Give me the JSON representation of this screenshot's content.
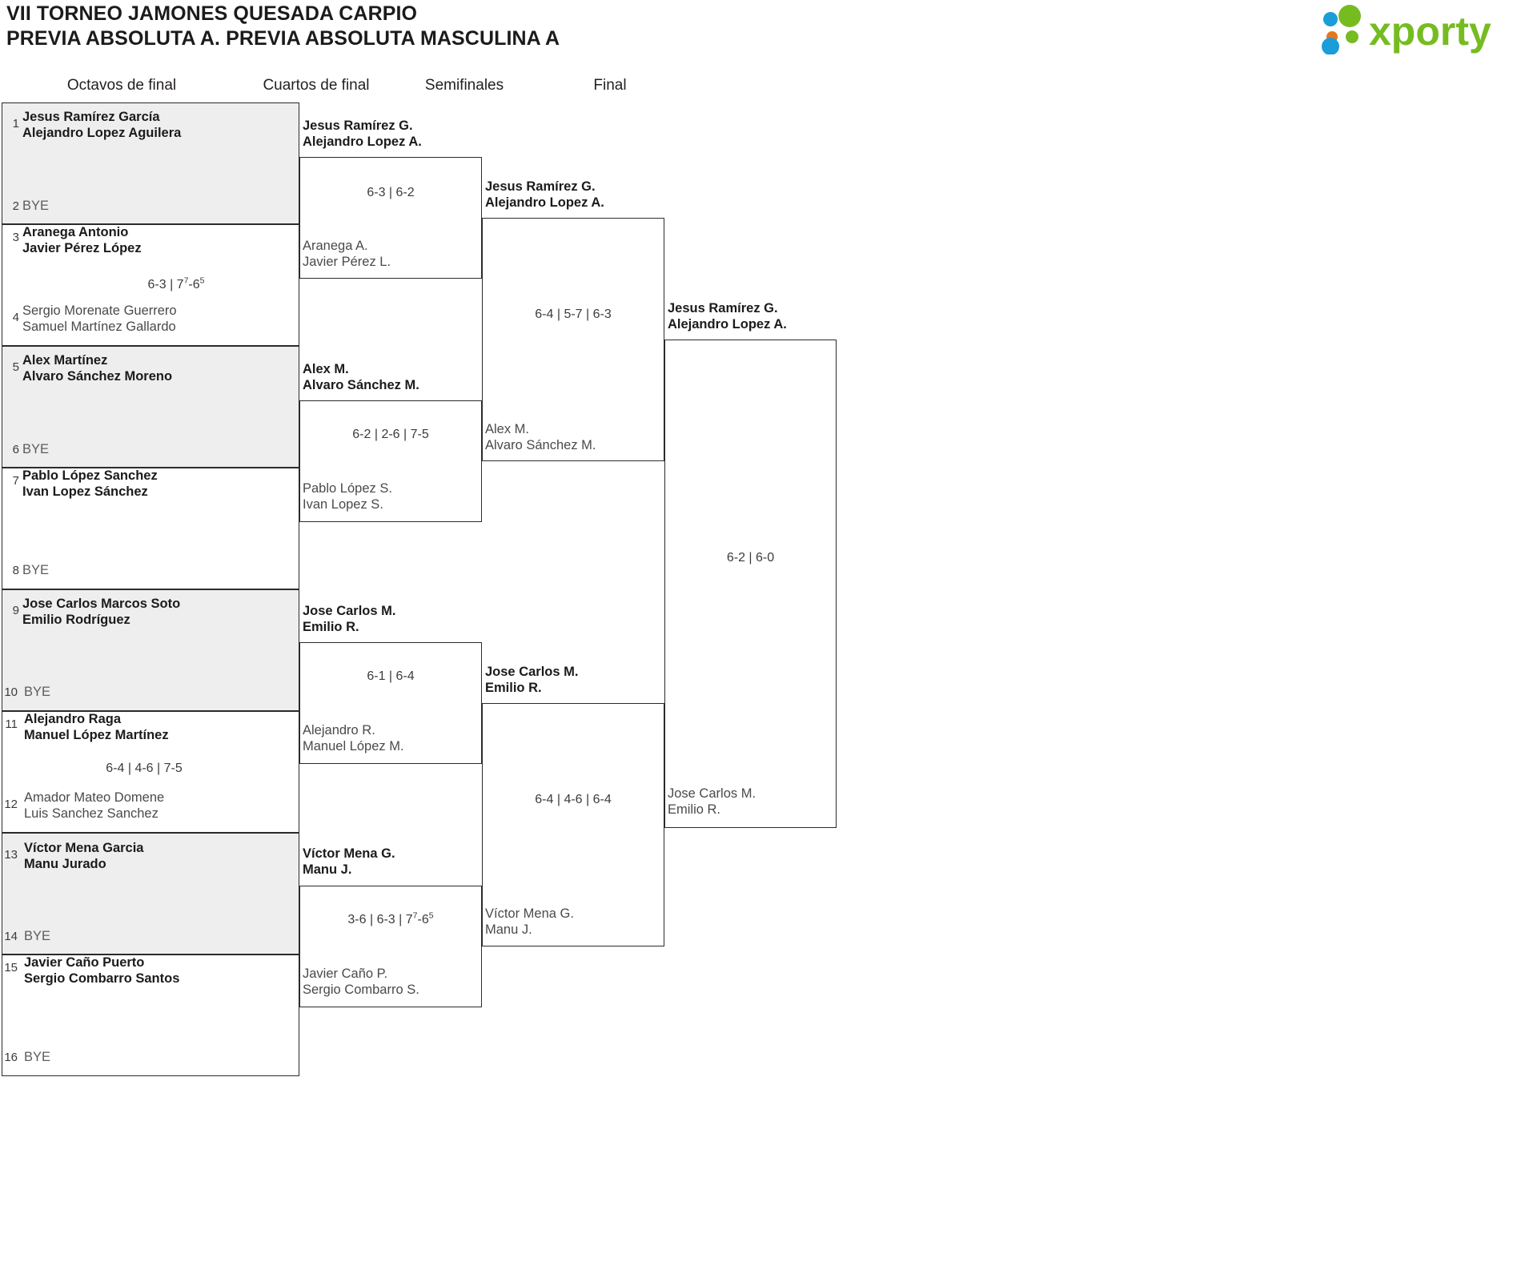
{
  "header": {
    "title_line1": "VII TORNEO JAMONES QUESADA CARPIO",
    "title_line2": "PREVIA ABSOLUTA A. PREVIA ABSOLUTA MASCULINA A",
    "logo_text": "xporty",
    "logo_colors": {
      "green": "#76bc21",
      "blue": "#1b9dd9",
      "orange": "#e8761b"
    }
  },
  "rounds": [
    {
      "label": "Octavos de final"
    },
    {
      "label": "Cuartos de final"
    },
    {
      "label": "Semifinales"
    },
    {
      "label": "Final"
    }
  ],
  "bye_label": "BYE",
  "r16": [
    {
      "seed": "1",
      "p1": "Jesus Ramírez García",
      "p2": "Alejandro Lopez Aguilera",
      "winner": true,
      "opp_seed": "2",
      "opp_bye": "BYE",
      "score": ""
    },
    {
      "seed": "3",
      "p1": "Aranega Antonio",
      "p2": "Javier Pérez López",
      "winner": true,
      "opp_seed": "4",
      "opp_p1": "Sergio Morenate Guerrero",
      "opp_p2": "Samuel Martínez Gallardo",
      "score": "6-3 | 7⁷-6⁵",
      "score_parts": [
        "6-3",
        " | ",
        "7",
        "7",
        "-6",
        "5"
      ]
    },
    {
      "seed": "5",
      "p1": "Alex Martínez",
      "p2": "Alvaro Sánchez Moreno",
      "winner": true,
      "opp_seed": "6",
      "opp_bye": "BYE",
      "score": ""
    },
    {
      "seed": "7",
      "p1": "Pablo López Sanchez",
      "p2": "Ivan Lopez Sánchez",
      "winner": true,
      "opp_seed": "8",
      "opp_bye": "BYE",
      "score": ""
    },
    {
      "seed": "9",
      "p1": "Jose Carlos Marcos Soto",
      "p2": "Emilio Rodríguez",
      "winner": true,
      "opp_seed": "10",
      "opp_bye": "BYE",
      "score": ""
    },
    {
      "seed": "11",
      "p1": "Alejandro Raga",
      "p2": "Manuel López Martínez",
      "winner": true,
      "opp_seed": "12",
      "opp_p1": "Amador Mateo Domene",
      "opp_p2": "Luis Sanchez Sanchez",
      "score": "6-4 | 4-6 | 7-5"
    },
    {
      "seed": "13",
      "p1": "Víctor Mena Garcia",
      "p2": "Manu Jurado",
      "winner": true,
      "opp_seed": "14",
      "opp_bye": "BYE",
      "score": ""
    },
    {
      "seed": "15",
      "p1": "Javier Caño Puerto",
      "p2": "Sergio Combarro Santos",
      "winner": true,
      "opp_seed": "16",
      "opp_bye": "BYE",
      "score": ""
    }
  ],
  "qf": [
    {
      "win_p1": "Jesus Ramírez G.",
      "win_p2": "Alejandro Lopez A.",
      "lose_p1": "Aranega A.",
      "lose_p2": "Javier Pérez L.",
      "score": "6-3 | 6-2"
    },
    {
      "win_p1": "Alex M.",
      "win_p2": "Alvaro Sánchez M.",
      "lose_p1": "Pablo López S.",
      "lose_p2": "Ivan Lopez S.",
      "score": "6-2 | 2-6 | 7-5"
    },
    {
      "win_p1": "Jose Carlos M.",
      "win_p2": "Emilio R.",
      "lose_p1": "Alejandro R.",
      "lose_p2": "Manuel López M.",
      "score": "6-1 | 6-4"
    },
    {
      "win_p1": "Víctor Mena G.",
      "win_p2": "Manu J.",
      "lose_p1": "Javier Caño P.",
      "lose_p2": "Sergio Combarro S.",
      "score": "3-6 | 6-3 | 7⁷-6⁵"
    }
  ],
  "sf": [
    {
      "win_p1": "Jesus Ramírez G.",
      "win_p2": "Alejandro Lopez A.",
      "lose_p1": "Alex M.",
      "lose_p2": "Alvaro Sánchez M.",
      "score": "6-4 | 5-7 | 6-3"
    },
    {
      "win_p1": "Jose Carlos M.",
      "win_p2": "Emilio R.",
      "lose_p1": "Víctor Mena G.",
      "lose_p2": "Manu J.",
      "score": "6-4 | 4-6 | 6-4"
    }
  ],
  "final": {
    "win_p1": "Jesus Ramírez G.",
    "win_p2": "Alejandro Lopez A.",
    "lose_p1": "Jose Carlos M.",
    "lose_p2": "Emilio R.",
    "score": "6-2 | 6-0"
  }
}
